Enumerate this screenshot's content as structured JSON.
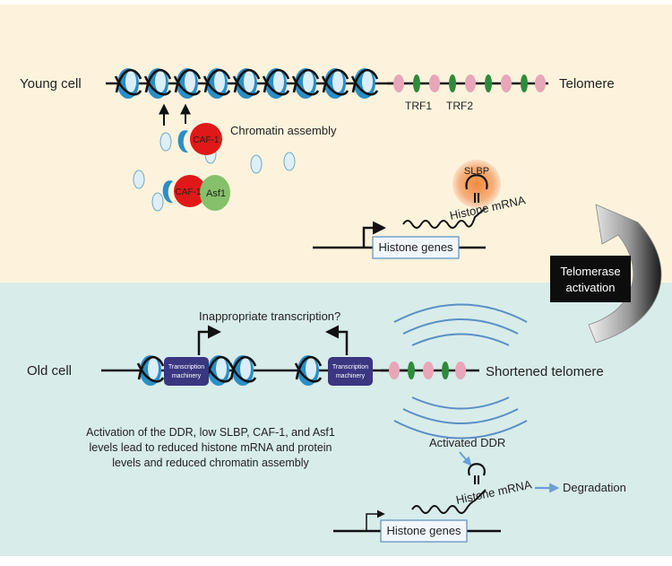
{
  "young": {
    "panel_label": "Young cell",
    "telomere_label": "Telomere",
    "trf1": "TRF1",
    "trf2": "TRF2",
    "caf1_top": "CAF-1",
    "chromatin_assembly": "Chromatin assembly",
    "caf1_bottom": "CAF-1",
    "asf1": "Asf1",
    "slbp": "SLBP",
    "histone_mrna": "Histone mRNA",
    "histone_genes": "Histone genes"
  },
  "switch": {
    "line1": "Telomerase",
    "line2": "activation"
  },
  "old": {
    "panel_label": "Old cell",
    "inappropriate": "Inappropriate transcription?",
    "tm_left_1": "Transcription",
    "tm_left_2": "machinery",
    "tm_right_1": "Transcription",
    "tm_right_2": "machinery",
    "shortened_telomere": "Shortened telomere",
    "ddr_note_1": "Activation of the DDR, low SLBP, CAF-1, and Asf1",
    "ddr_note_2": "levels lead to reduced histone mRNA and protein",
    "ddr_note_3": "levels and reduced chromatin assembly",
    "activated_ddr": "Activated DDR",
    "histone_mrna": "Histone mRNA",
    "degradation": "Degradation",
    "histone_genes": "Histone genes"
  },
  "colors": {
    "young_bg": "#fdf3dd",
    "old_bg": "#d8ecea",
    "nucleosome": "#2a8fc6",
    "caf1": "#e01818",
    "asf1": "#86c06a",
    "slbp": "#f2a56b",
    "trf_pink": "#e8a6b8",
    "trf_green": "#2e8b3a",
    "machinery": "#3a3680"
  }
}
